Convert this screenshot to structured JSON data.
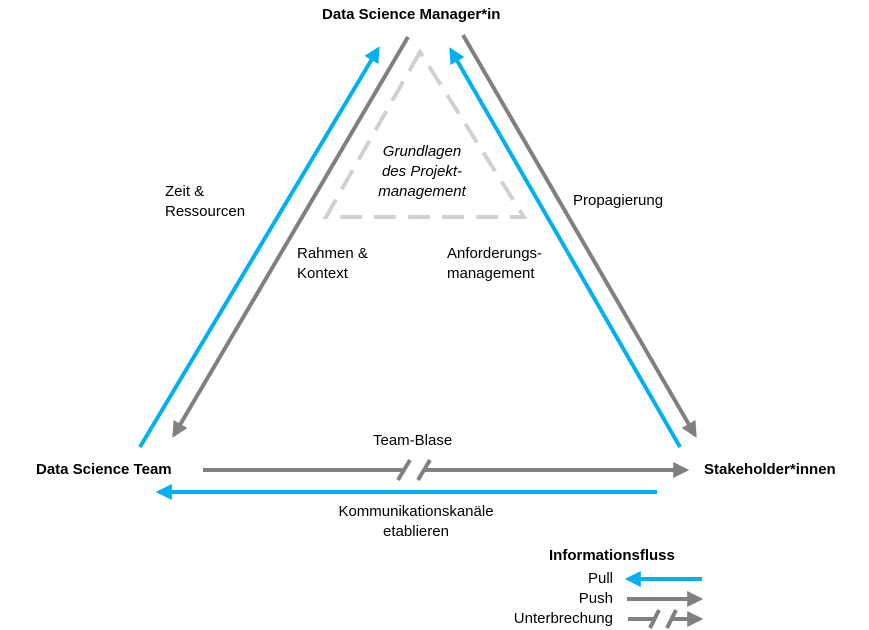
{
  "nodes": {
    "manager": "Data Science Manager*in",
    "team": "Data Science Team",
    "stakeholder": "Stakeholder*innen"
  },
  "center": {
    "line1": "Grundlagen",
    "line2": "des Projekt-",
    "line3": "management"
  },
  "edge_labels": {
    "zeit_line1": "Zeit &",
    "zeit_line2": "Ressourcen",
    "rahmen_line1": "Rahmen &",
    "rahmen_line2": "Kontext",
    "anforderung_line1": "Anforderungs-",
    "anforderung_line2": "management",
    "propagierung": "Propagierung",
    "team_blase": "Team-Blase",
    "kommunikation_line1": "Kommunikationskanäle",
    "kommunikation_line2": "etablieren"
  },
  "legend": {
    "title": "Informationsfluss",
    "pull": "Pull",
    "push": "Push",
    "unterbrechung": "Unterbrechung"
  },
  "colors": {
    "pull": "#00B0F0",
    "push": "#808080",
    "dashed": "#D0D0D0"
  }
}
